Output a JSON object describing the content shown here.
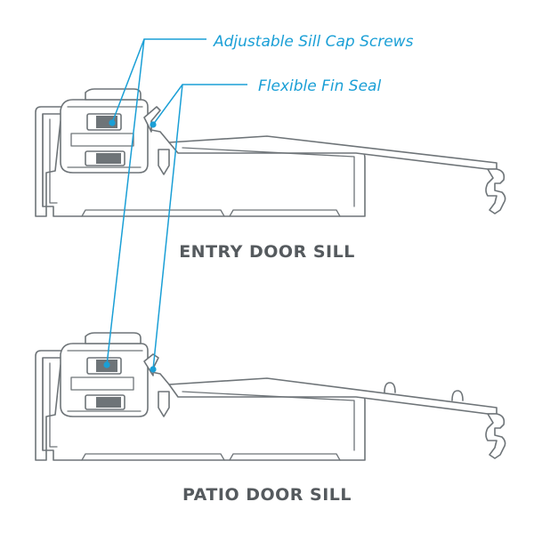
{
  "callouts": {
    "screws_label": "Adjustable Sill Cap Screws",
    "seal_label": "Flexible Fin Seal"
  },
  "sills": {
    "entry_title": "ENTRY DOOR SILL",
    "patio_title": "PATIO DOOR SILL"
  },
  "colors": {
    "accent": "#1a9fd6",
    "outline": "#6e7478",
    "title": "#555a5e"
  }
}
